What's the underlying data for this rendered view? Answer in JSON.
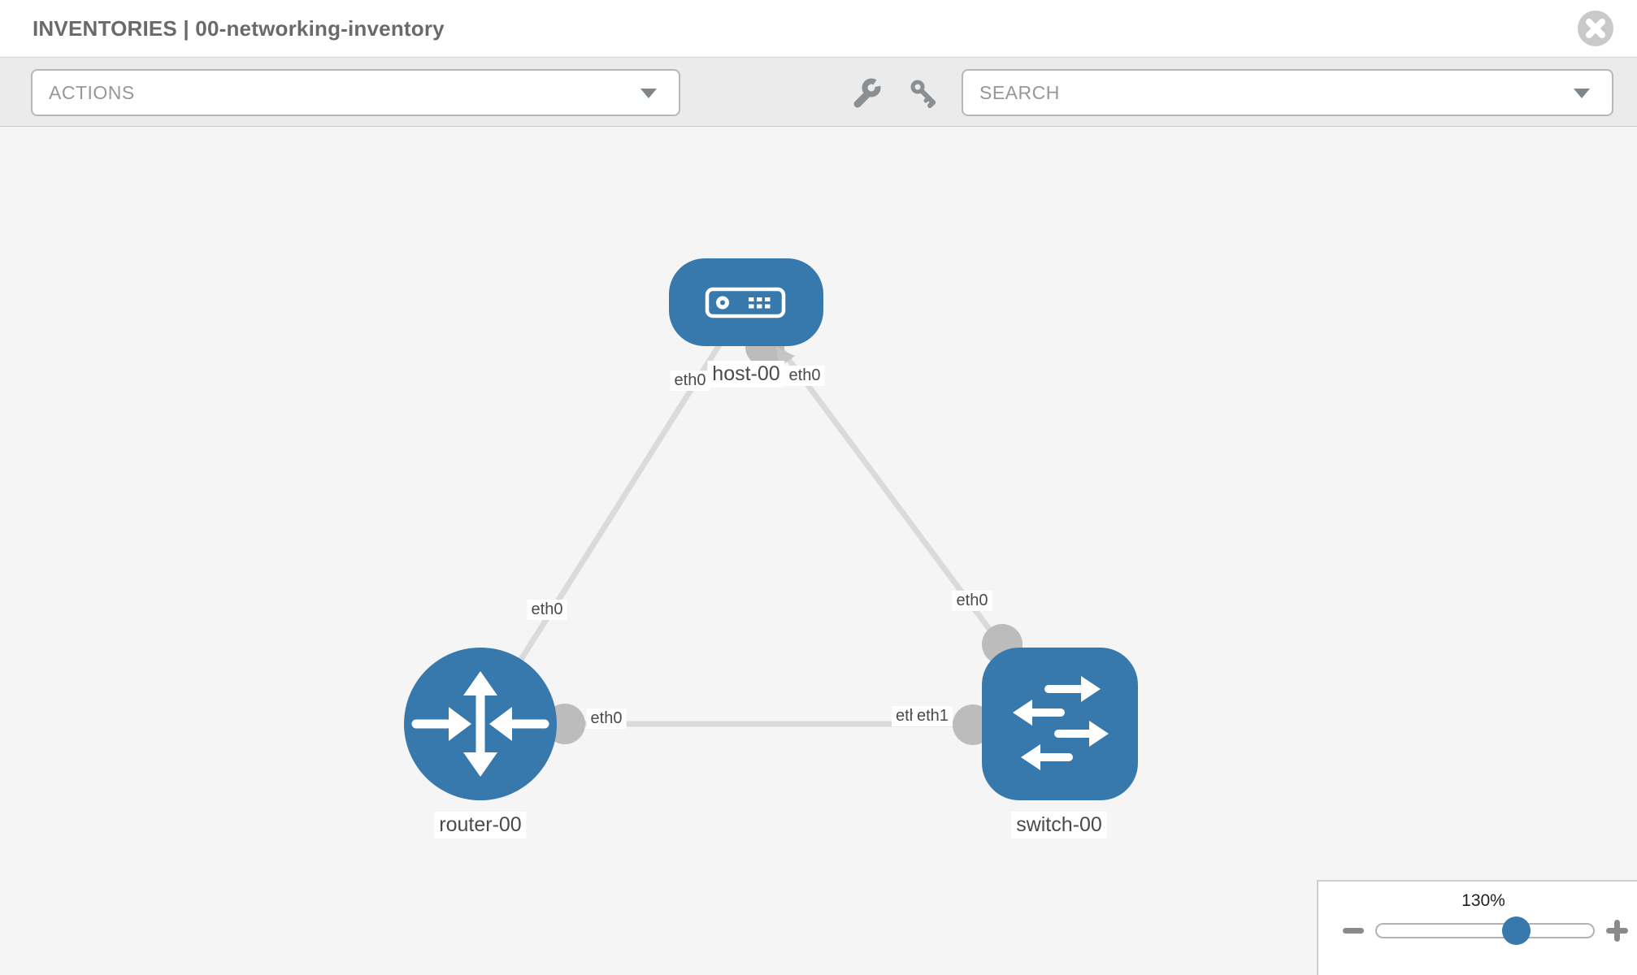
{
  "header": {
    "title": "INVENTORIES | 00-networking-inventory"
  },
  "toolbar": {
    "actions_label": "ACTIONS",
    "search_label": "SEARCH"
  },
  "topology": {
    "nodes": [
      {
        "label": "host-00",
        "type": "host"
      },
      {
        "label": "router-00",
        "type": "router"
      },
      {
        "label": "switch-00",
        "type": "switch"
      }
    ],
    "links": [
      {
        "from": "router-00",
        "to": "host-00"
      },
      {
        "from": "host-00",
        "to": "switch-00"
      },
      {
        "from": "router-00",
        "to": "switch-00"
      }
    ],
    "interface_labels": [
      {
        "text": "eth0",
        "near": "host-00 left"
      },
      {
        "text": "eth0",
        "near": "host-00 right"
      },
      {
        "text": "eth0",
        "near": "router-00 to host-00 link"
      },
      {
        "text": "eth0",
        "near": "router-00 right"
      },
      {
        "text": "eth0",
        "near": "switch-00 top"
      },
      {
        "text": "eth0",
        "near": "switch-00 left underneath"
      },
      {
        "text": "eth1",
        "near": "switch-00 left on top"
      }
    ],
    "colors": {
      "node_fill": "#3778ad",
      "link": "#dadada",
      "endpoint_dot": "#bcbcbc",
      "label_text": "#4a4a4a"
    }
  },
  "zoom_panel": {
    "value": "130%",
    "knob_position_pct": 64
  }
}
